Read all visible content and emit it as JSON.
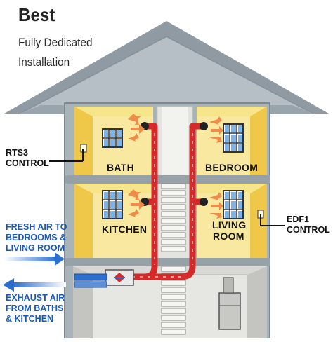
{
  "heading": {
    "title": "Best",
    "subtitle_line1": "Fully Dedicated",
    "subtitle_line2": "Installation"
  },
  "rooms": {
    "bath": "BATH",
    "bedroom": "BEDROOM",
    "kitchen": "KITCHEN",
    "living_line1": "LIVING",
    "living_line2": "ROOM"
  },
  "controls": {
    "rts3_line1": "RTS3",
    "rts3_line2": "CONTROL",
    "edf1_line1": "EDF1",
    "edf1_line2": "CONTROL"
  },
  "airflow": {
    "fresh_line1": "FRESH AIR TO",
    "fresh_line2": "BEDROOMS &",
    "fresh_line3": "LIVING ROOM",
    "exhaust_line1": "EXHAUST AIR",
    "exhaust_line2": "FROM BATHS",
    "exhaust_line3": "& KITCHEN"
  },
  "colors": {
    "roof": "#b7bfc6",
    "wall": "#a9b3ba",
    "room_yellow": "#f7e58a",
    "room_side": "#efc84a",
    "duct_red": "#d42a2a",
    "fresh_blue": "#2d6fcf",
    "arrow_orange": "#f08c4a",
    "text_blue": "#1a59b8"
  }
}
